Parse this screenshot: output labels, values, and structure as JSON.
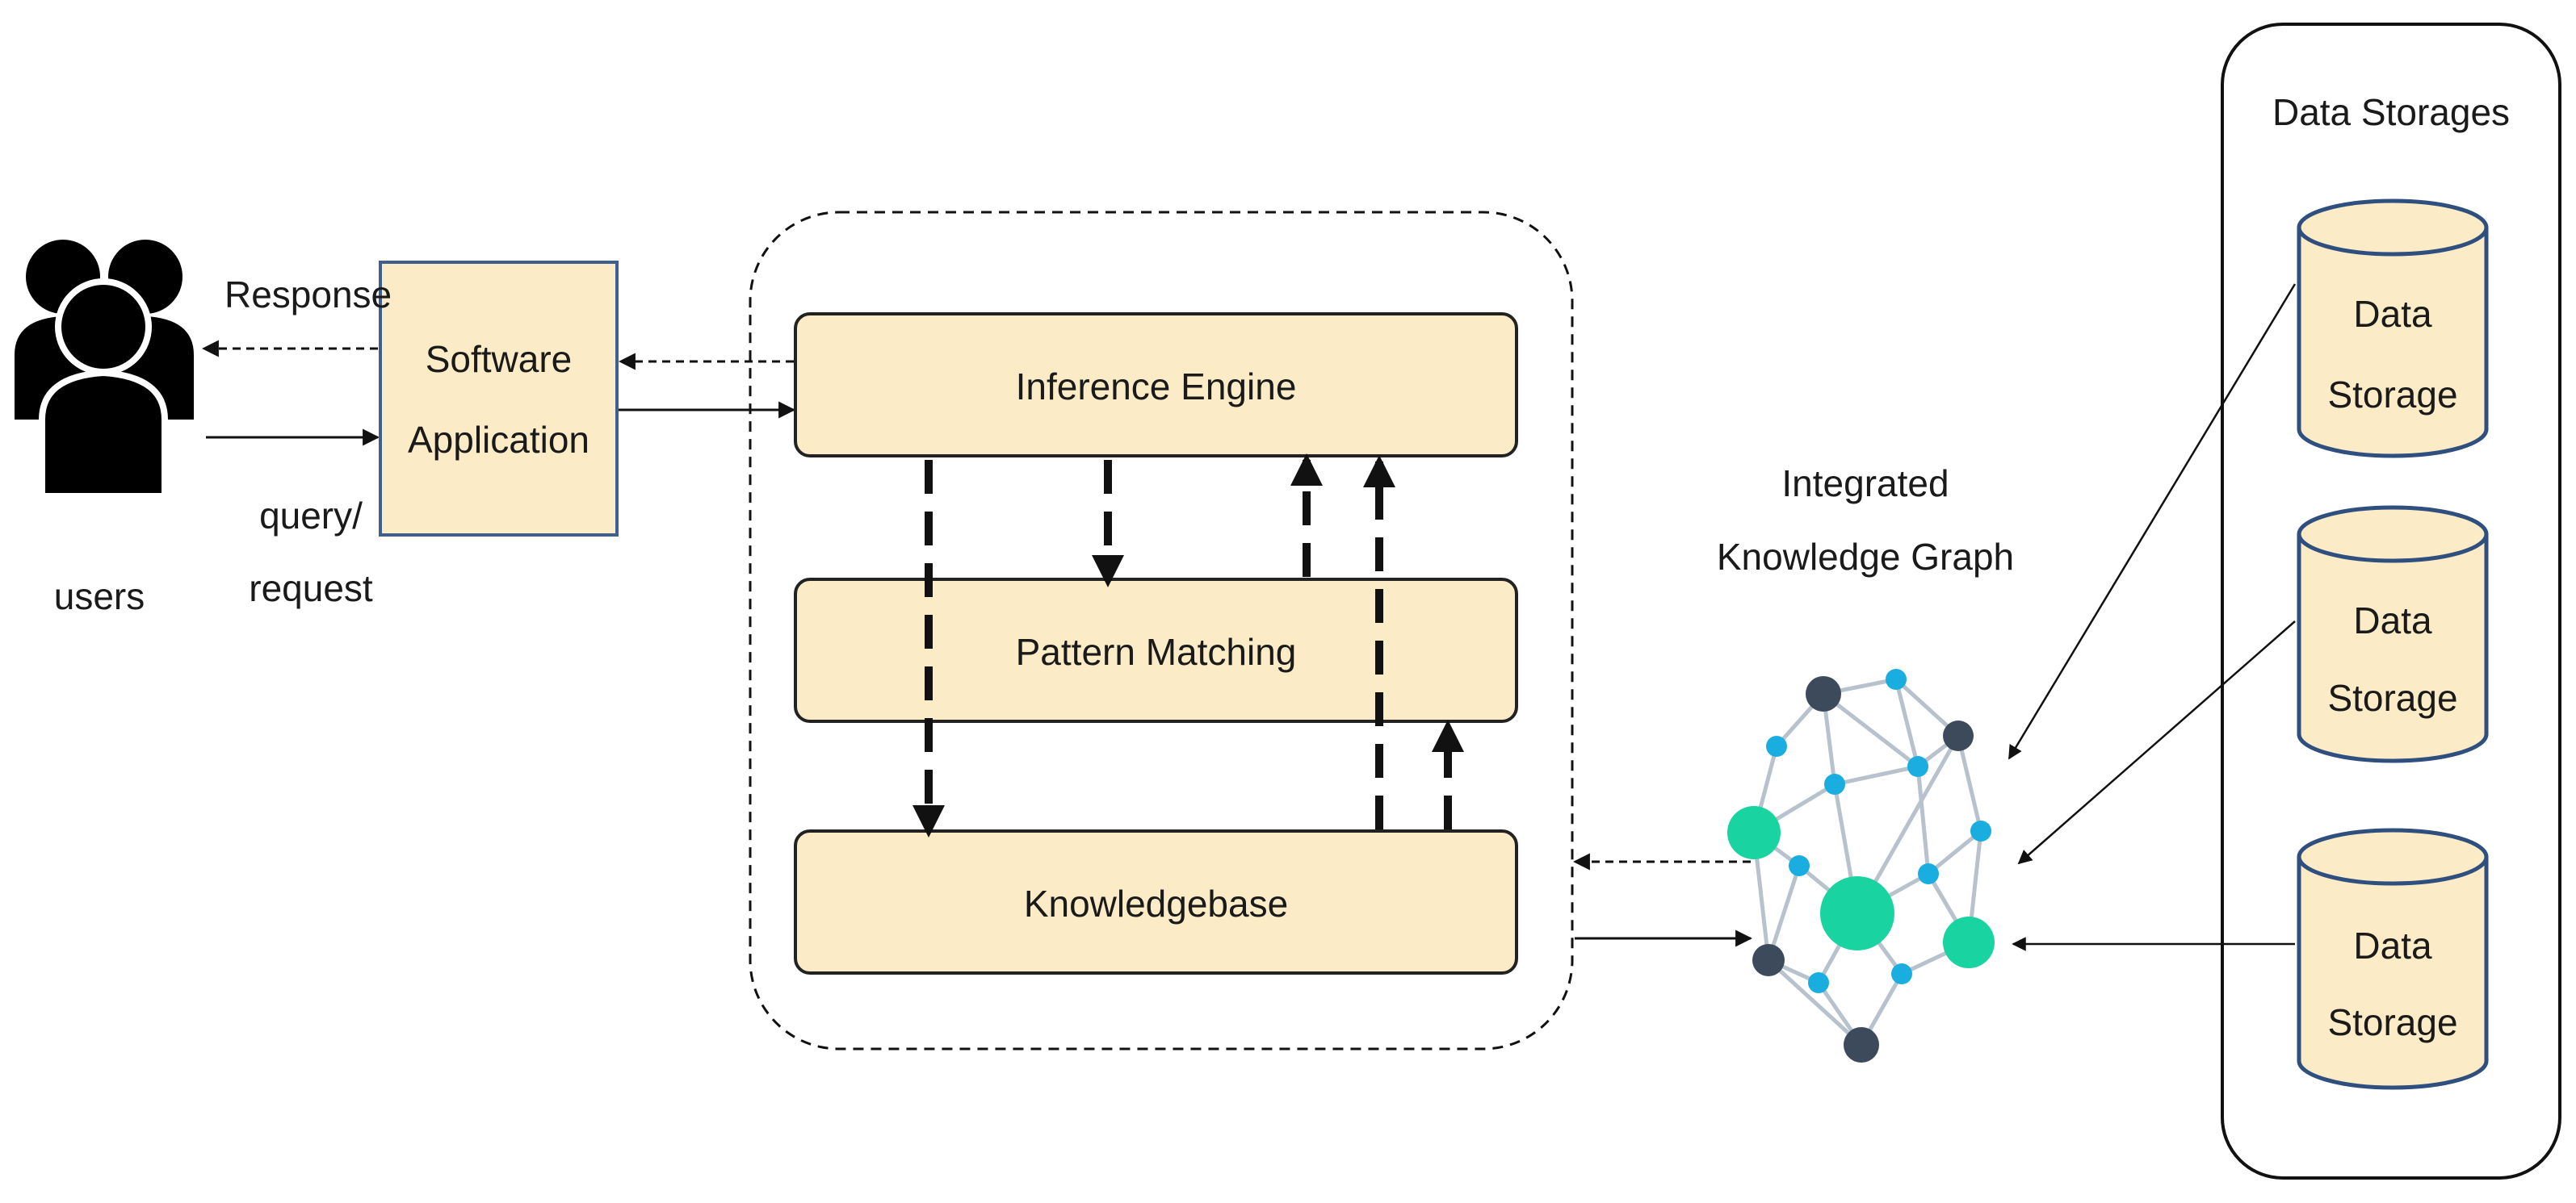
{
  "users": {
    "label": "users",
    "icon": "users-group-icon"
  },
  "software_application": {
    "line1": "Software",
    "line2": "Application"
  },
  "edges": {
    "response": "Response",
    "query_line1": "query/",
    "query_line2": "request"
  },
  "reasoning_layers": {
    "inference_engine": "Inference Engine",
    "pattern_matching": "Pattern Matching",
    "knowledgebase": "Knowledgebase"
  },
  "knowledge_graph": {
    "line1": "Integrated",
    "line2": "Knowledge Graph",
    "icon": "network-graph-icon"
  },
  "data_storages": {
    "title": "Data Storages",
    "items": [
      {
        "line1": "Data",
        "line2": "Storage"
      },
      {
        "line1": "Data",
        "line2": "Storage"
      },
      {
        "line1": "Data",
        "line2": "Storage"
      }
    ]
  },
  "colors": {
    "box_fill": "#fbebc6",
    "box_stroke": "#222222",
    "app_stroke": "#3f5f8f",
    "dark_node": "#3c4a5c",
    "green_node": "#19d4a0",
    "blue_node": "#1aaee0",
    "edge_gray": "#b8c2cc"
  }
}
